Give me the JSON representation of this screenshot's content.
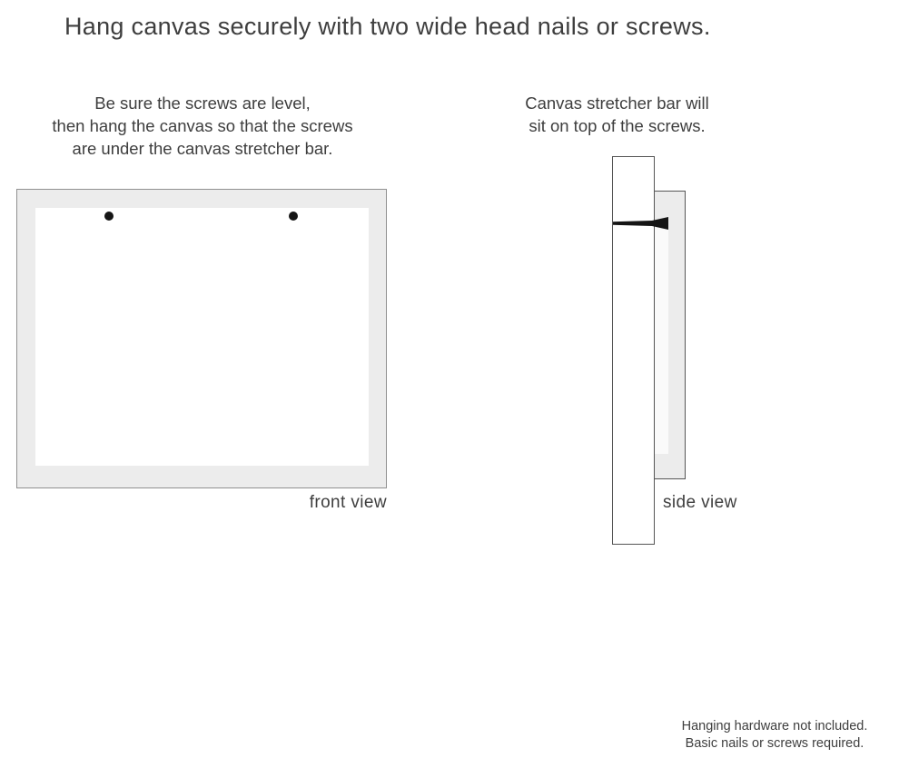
{
  "title": "Hang canvas securely with two wide head nails or screws.",
  "instructions": {
    "front": {
      "lines": [
        "Be sure the screws are level,",
        "then hang the canvas so that the screws",
        "are under the canvas stretcher bar."
      ]
    },
    "side": {
      "lines": [
        "Canvas stretcher bar will",
        "sit on top of the screws."
      ]
    }
  },
  "labels": {
    "front_view": "front view",
    "side_view": "side view"
  },
  "footnote": {
    "lines": [
      "Hanging hardware not included.",
      "Basic nails or screws required."
    ]
  },
  "colors": {
    "background": "#ffffff",
    "text": "#3e3e3e",
    "frame_fill": "#ececec",
    "frame_border": "#909090",
    "side_border": "#555555",
    "nail": "#151515",
    "stretcher_strip": "#fafafa"
  }
}
